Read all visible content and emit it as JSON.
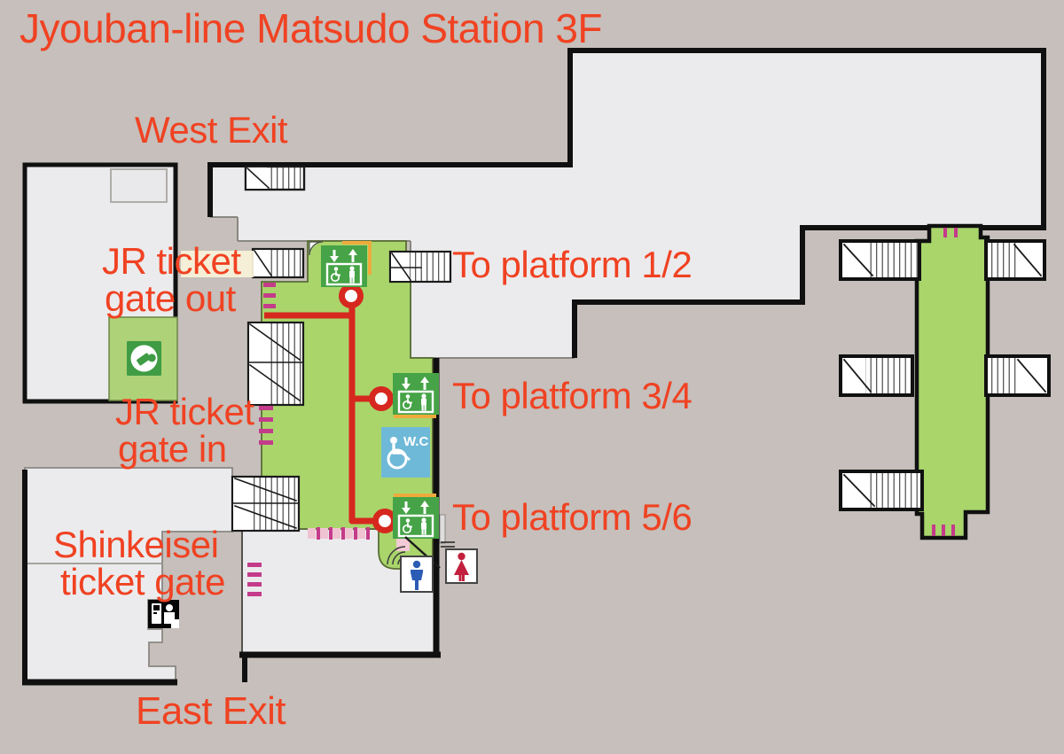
{
  "labels": {
    "title": "Jyouban-line Matsudo Station 3F",
    "west_exit": "West Exit",
    "east_exit": "East Exit",
    "jr_gate_out_line1": "JR ticket",
    "jr_gate_out_line2": "gate out",
    "jr_gate_in_line1": "JR ticket",
    "jr_gate_in_line2": "gate in",
    "shinkeisei_line1": "Shinkeisei",
    "shinkeisei_line2": "ticket gate",
    "to_platform_12": "To platform 1/2",
    "to_platform_34": "To platform 3/4",
    "to_platform_56": "To platform 5/6",
    "wc_sign": "W.C"
  },
  "colors": {
    "background": "#c6bfbb",
    "floor": "#ebebed",
    "concourse_green": "#a9d56b",
    "gate_area_green": "#aed277",
    "elevator_green": "#46a347",
    "wc_blue": "#6fb9d8",
    "route_red": "#d6281e",
    "gate_magenta": "#c43b8a",
    "gate_pink": "#f0c3d2",
    "tactile_yellow": "#eeab3c",
    "label_orange": "#f04222",
    "wall_black": "#111111",
    "toilet_male_blue": "#2b5cb5",
    "toilet_female_red": "#c2203e",
    "highlight_cream": "#f8f1d8"
  },
  "icons": [
    "elevator-wheelchair-icon",
    "accessible-wc-icon",
    "male-toilet-icon",
    "female-toilet-icon",
    "jr-ticket-gate-icon",
    "shinkeisei-staffed-gate-icon",
    "stairs",
    "ticket-gate-ticks",
    "route-path",
    "route-node",
    "tactile-paving-line",
    "door-swing-arc"
  ]
}
